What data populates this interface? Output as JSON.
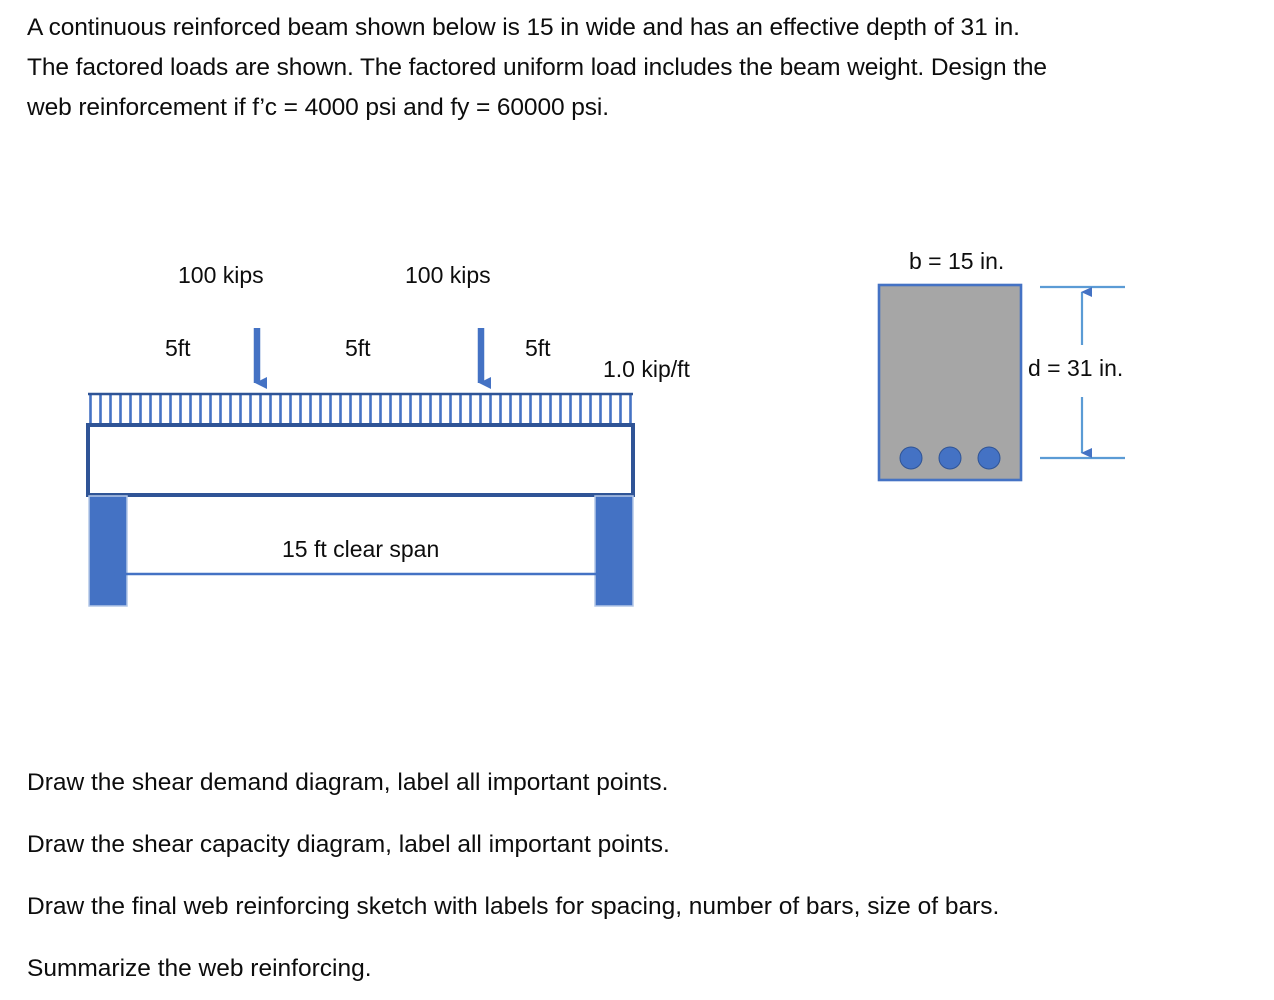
{
  "problem": {
    "lines": [
      "A continuous reinforced beam shown below is 15 in wide and has an effective depth of 31 in.",
      "The factored loads are shown.  The factored uniform load includes the beam weight.  Design the",
      "web reinforcement if f’c = 4000 psi and fy = 60000 psi."
    ]
  },
  "beam_figure": {
    "point_load_left_label": "100 kips",
    "point_load_right_label": "100 kips",
    "dim_a_label": "5ft",
    "dim_b_label": "5ft",
    "dim_c_label": "5ft",
    "uniform_load_label": "1.0 kip/ft",
    "span_label": "15 ft clear span"
  },
  "section_figure": {
    "width_label": "b = 15 in.",
    "depth_label": "d = 31 in.",
    "rebar_count": 3
  },
  "instructions": [
    "Draw the shear demand diagram, label all important points.",
    "Draw the shear capacity diagram, label all important points.",
    "Draw the final web reinforcing sketch with labels for spacing, number of bars, size of bars.",
    "Summarize the web reinforcing."
  ],
  "colors": {
    "accent_blue": "#4472C4",
    "outline_blue": "#2F5496",
    "light_blue": "#5B9BD5",
    "section_fill": "#A6A6A6",
    "text": "#0D0D0D"
  }
}
